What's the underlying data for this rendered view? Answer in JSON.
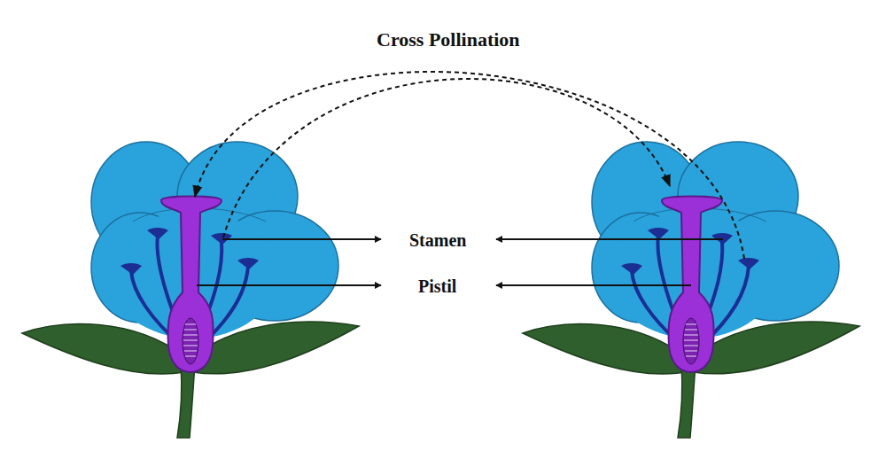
{
  "diagram": {
    "title": "Cross Pollination",
    "labels": [
      "Stamen",
      "Pistil"
    ]
  }
}
